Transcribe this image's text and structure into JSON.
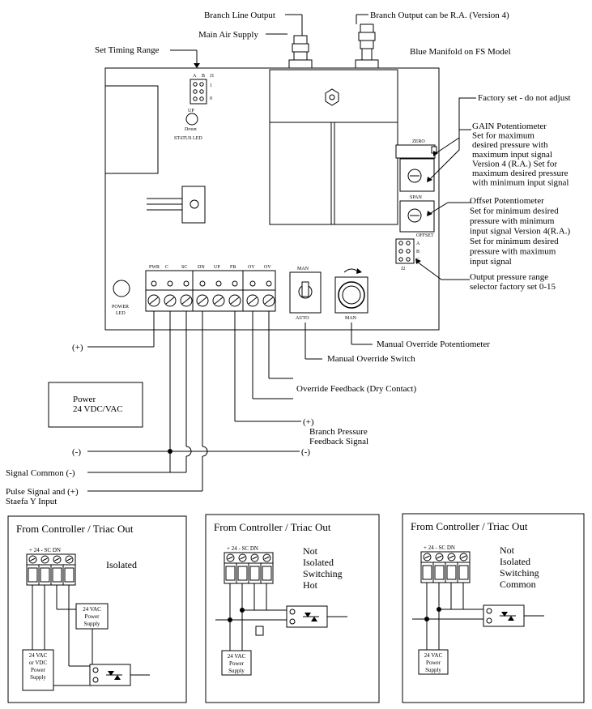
{
  "top": {
    "branch_line_output": "Branch Line Output",
    "branch_output_ra": "Branch Output can be R.A. (Version 4)",
    "main_air_supply": "Main Air Supply",
    "set_timing_range": "Set Timing Range",
    "blue_manifold": "Blue Manifold on FS Model"
  },
  "board": {
    "j1_a": "A",
    "j1_b": "B",
    "j1_label": "J1",
    "j1_1": "1",
    "j1_0": "0",
    "up": "UP",
    "down": "Down",
    "status_led": "STATUS LED",
    "zero": "ZERO",
    "span": "SPAN",
    "offset": "OFFSET",
    "j2_a": "A",
    "j2_b": "B",
    "j2_c": "C",
    "j2_label": "J2",
    "power_led_1": "POWER",
    "power_led_2": "LED",
    "man_top": "MAN",
    "auto": "AUTO",
    "man_bottom": "MAN",
    "terminals": [
      "PWR",
      "C",
      "SC",
      "DN",
      "UP",
      "FB",
      "OV",
      "OV"
    ]
  },
  "right": {
    "factory_set": "Factory set - do not adjust",
    "gain_lines": [
      "GAIN Potentiometer",
      "Set for maximum",
      "desired pressure with",
      "maximum input signal",
      "Version 4 (R.A.) Set for",
      "maximum desired pressure",
      "with minimum input signal"
    ],
    "offset_lines": [
      "Offset Potentiometer",
      "Set for minimum desired",
      "pressure with minimum",
      "input signal Version 4(R.A.)",
      "Set for minimum desired",
      "pressure with maximum",
      "input signal"
    ],
    "range_lines": [
      "Output pressure range",
      "selector factory set 0-15"
    ]
  },
  "wiring": {
    "plus": "(+)",
    "power_1": "Power",
    "power_2": "24 VDC/VAC",
    "manual_override_pot": "Manual Override Potentiometer",
    "manual_override_switch": "Manual Override Switch",
    "override_feedback": "Override Feedback (Dry Contact)",
    "fb_plus": "(+)",
    "branch_fb_1": "Branch Pressure",
    "branch_fb_2": "Feedback Signal",
    "minus_left": "(-)",
    "minus_right": "(-)",
    "signal_common": "Signal Common (-)",
    "pulse_1": "Pulse Signal and (+)",
    "pulse_2": "Staefa Y Input"
  },
  "panels": [
    {
      "title": "From Controller / Triac Out",
      "term_labels": "+ 24 -   SC DN",
      "desc_lines": [
        "Isolated"
      ],
      "supply_a": [
        "24 VAC",
        "Power",
        "Supply"
      ],
      "supply_b_signs": "(+)  (-)",
      "supply_b": [
        "24 VAC",
        "or VDC",
        "Power",
        "Supply"
      ]
    },
    {
      "title": "From Controller / Triac Out",
      "term_labels": "+ 24 -   SC DN",
      "desc_lines": [
        "Not",
        "Isolated",
        "Switching",
        "Hot"
      ],
      "supply": [
        "24 VAC",
        "Power",
        "Supply"
      ]
    },
    {
      "title": "From Controller / Triac Out",
      "term_labels": "+ 24 -   SC DN",
      "desc_lines": [
        "Not",
        "Isolated",
        "Switching",
        "Common"
      ],
      "supply": [
        "24 VAC",
        "Power",
        "Supply"
      ]
    }
  ]
}
